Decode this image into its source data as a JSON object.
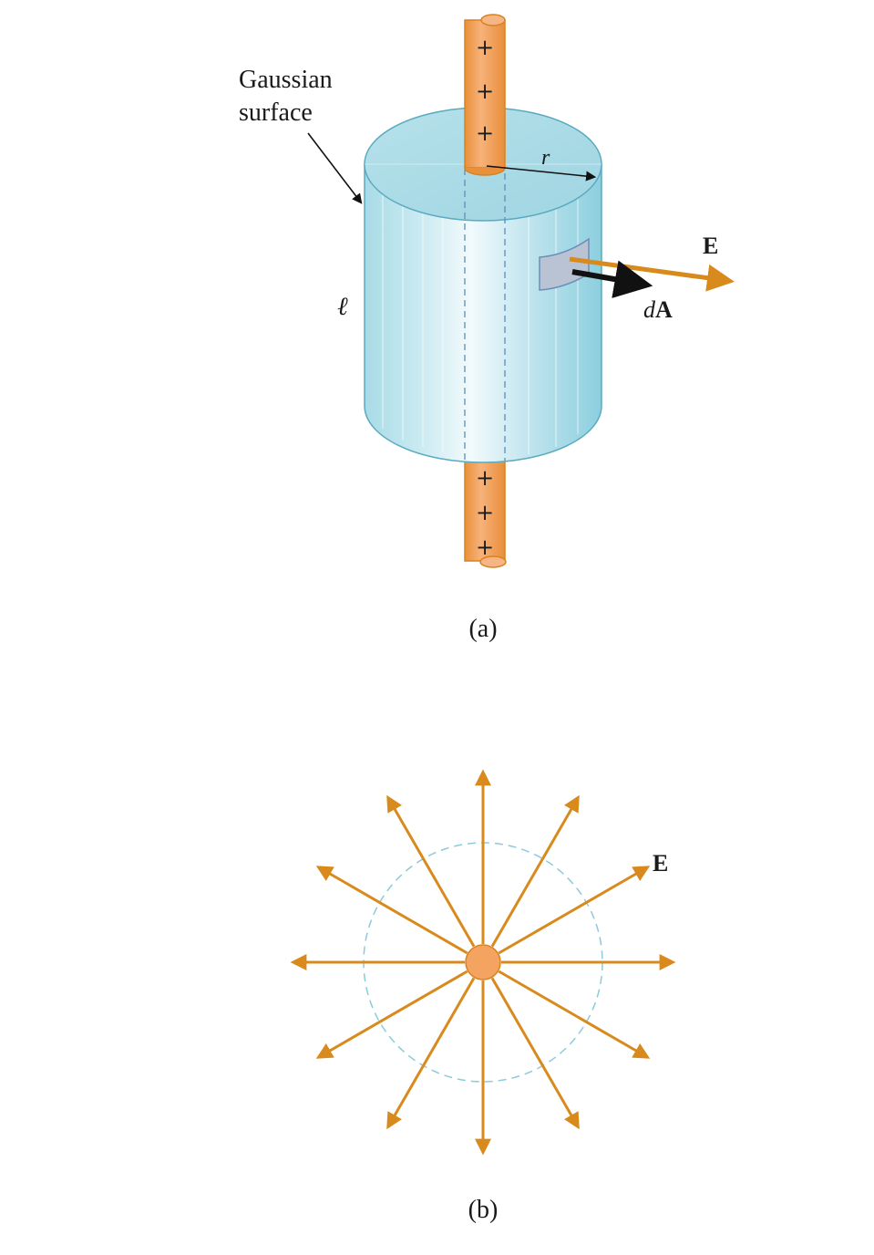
{
  "part_a": {
    "gaussian_label_line1": "Gaussian",
    "gaussian_label_line2": "surface",
    "radius_label": "r",
    "length_label": "ℓ",
    "field_label": "E",
    "area_label_prefix": "d",
    "area_label_vector": "A",
    "caption": "(a)",
    "rod_charges_top": [
      "+",
      "+",
      "+"
    ],
    "rod_charges_bottom": [
      "+",
      "+",
      "+"
    ]
  },
  "part_b": {
    "field_label": "E",
    "caption": "(b)",
    "field_line_count": 12
  },
  "colors": {
    "rod": "#f4a460",
    "rod_edge": "#d9821f",
    "field_arrow": "#d98a1c",
    "surface_light": "#e6f5f8",
    "surface_mid": "#a9dbe6",
    "surface_dark": "#7ec6d6",
    "surface_edge": "#5aaac0",
    "dashed_circle": "#8ccbdb"
  }
}
